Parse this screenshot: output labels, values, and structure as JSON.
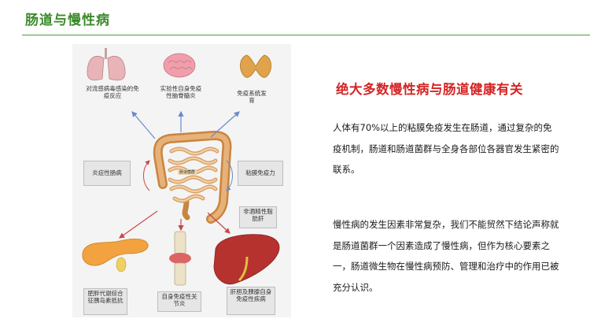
{
  "header": {
    "title": "肠道与慢性病"
  },
  "diagram": {
    "labels": {
      "top_left": "对流感病毒感染的免疫反应",
      "top_center": "实验性自身免疫性脑脊髓炎",
      "top_right": "免疫系统发育",
      "middle_left": "炎症性肠病",
      "middle_right": "粘膜免疫力",
      "right_lower": "非酒精性脂肪肝",
      "bottom_left": "肥胖代谢综合征胰岛素抵抗",
      "bottom_center": "自身免疫性关节炎",
      "bottom_right": "肝胆及胰腺自身免疫性疾病",
      "gut_caption": "肠道菌群"
    }
  },
  "content": {
    "headline": "绝大多数慢性病与肠道健康有关",
    "paragraph1": "人体有70%以上的粘膜免疫发生在肠道，通过复杂的免疫机制，肠道和肠道菌群与全身各部位各器官发生紧密的联系。",
    "paragraph2": "慢性病的发生因素非常复杂，我们不能贸然下结论声称就是肠道菌群一个因素造成了慢性病，但作为核心要素之一，肠道微生物在慢性病预防、管理和治疗中的作用已被充分认识。"
  },
  "colors": {
    "title_green": "#3a8a2a",
    "headline_red": "#d42424",
    "arrow_blue": "#6a8cc8",
    "arrow_red": "#c84848"
  }
}
